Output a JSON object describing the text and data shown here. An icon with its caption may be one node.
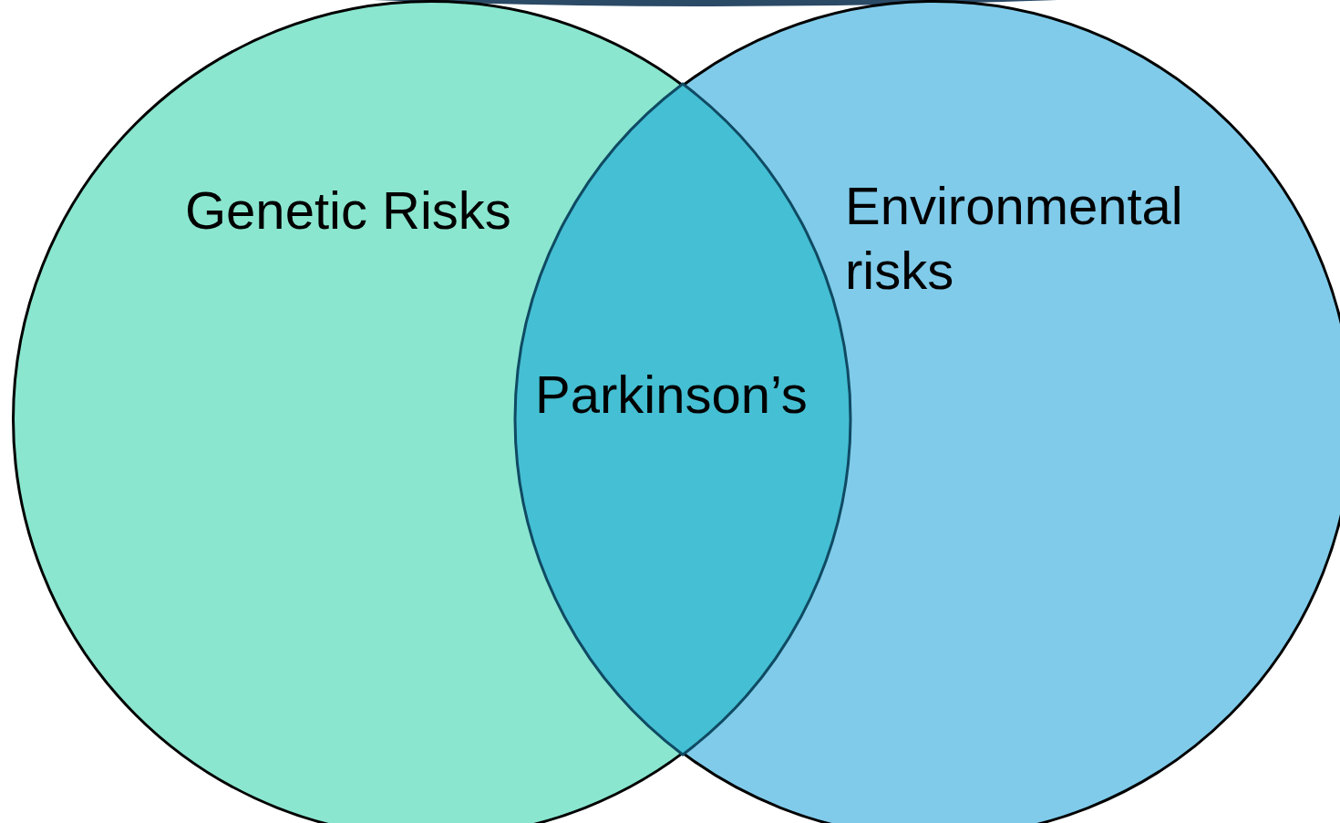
{
  "diagram": {
    "nodes": [
      {
        "text": [
          "Genetic Risks"
        ]
      },
      {
        "text": [
          "Environmental risks"
        ]
      },
      {
        "text": [
          "Parkinson’s"
        ]
      }
    ]
  }
}
